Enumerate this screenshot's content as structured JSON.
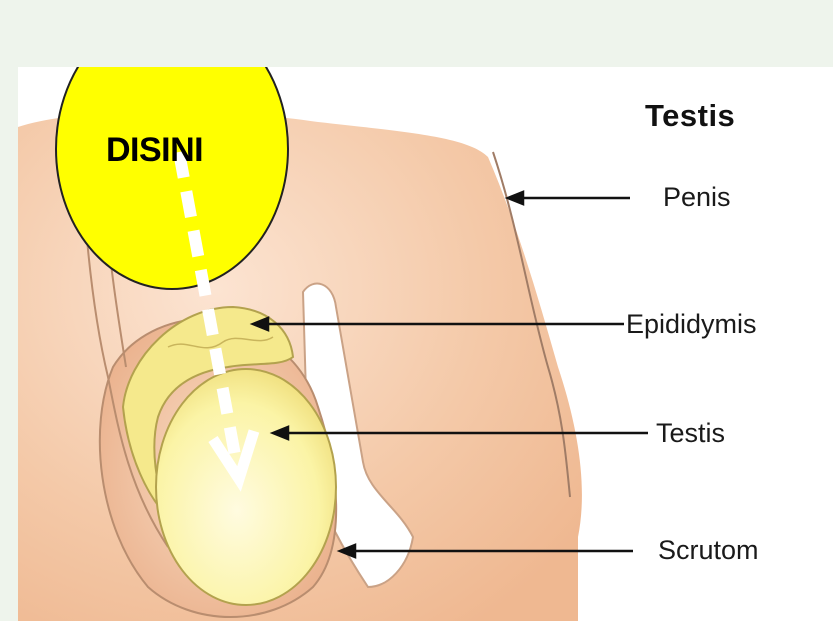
{
  "diagram": {
    "title": "Testis",
    "labels": {
      "penis": "Penis",
      "epididymis": "Epididymis",
      "testis": "Testis",
      "scrotum": "Scrutom"
    }
  },
  "callout": {
    "text": "DISINI",
    "fill_color": "#ffff00"
  },
  "colors": {
    "skin": "#f4c9a8",
    "testis_fill": "#fbf4a6",
    "epididymis_fill": "#f5e98c",
    "slide_background": "#eef4ec"
  }
}
